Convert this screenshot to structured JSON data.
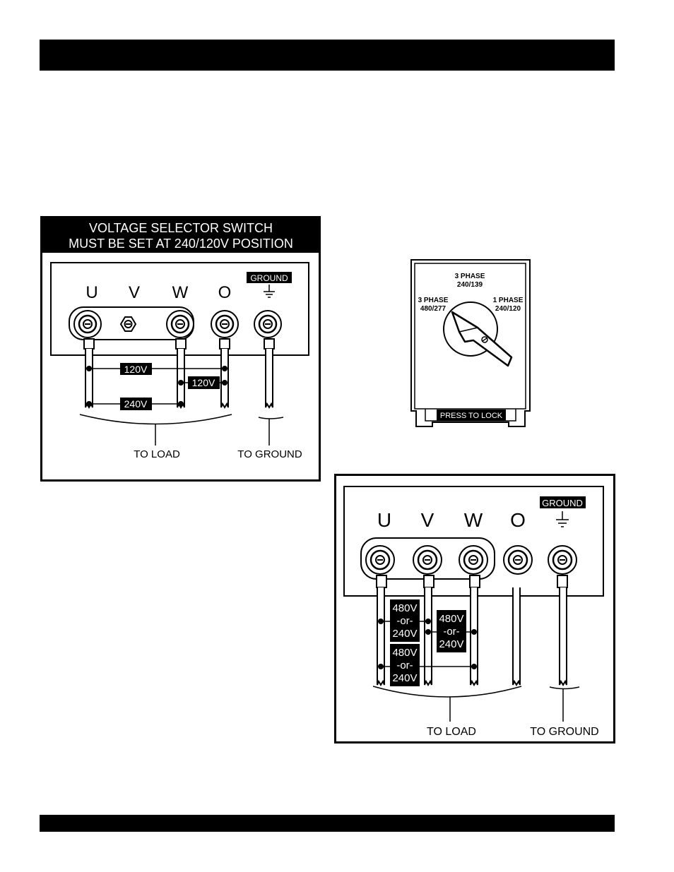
{
  "single_phase_panel": {
    "header_line1": "VOLTAGE SELECTOR SWITCH",
    "header_line2": "MUST BE SET AT 240/120V POSITION",
    "terminals": [
      "U",
      "V",
      "W",
      "O"
    ],
    "ground_label": "GROUND",
    "voltage_labels": [
      "120V",
      "120V",
      "240V"
    ],
    "to_load": "TO LOAD",
    "to_ground": "TO GROUND"
  },
  "selector_switch": {
    "top_label_line1": "3 PHASE",
    "top_label_line2": "240/139",
    "left_label_line1": "3 PHASE",
    "left_label_line2": "480/277",
    "right_label_line1": "1 PHASE",
    "right_label_line2": "240/120",
    "lock_label": "PRESS TO LOCK"
  },
  "three_phase_panel": {
    "terminals": [
      "U",
      "V",
      "W",
      "O"
    ],
    "ground_label": "GROUND",
    "voltage_blocks": [
      {
        "l1": "480V",
        "l2": "-or-",
        "l3": "240V"
      },
      {
        "l1": "480V",
        "l2": "-or-",
        "l3": "240V"
      },
      {
        "l1": "480V",
        "l2": "-or-",
        "l3": "240V"
      }
    ],
    "to_load": "TO LOAD",
    "to_ground": "TO GROUND"
  }
}
